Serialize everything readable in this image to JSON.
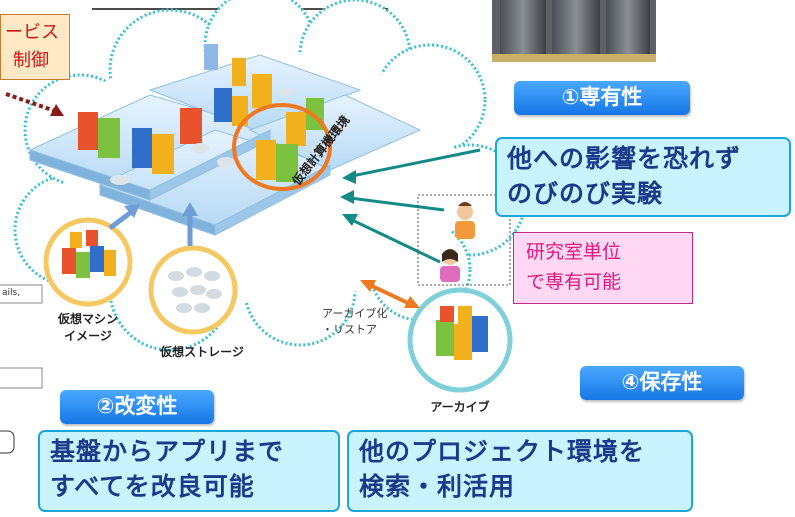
{
  "top_left_box": {
    "line1": "ービス",
    "line2": "制御"
  },
  "cloud": {
    "name": "仮想計算機環境"
  },
  "vm_label": {
    "line1": "仮想マシン",
    "line2": "イメージ"
  },
  "storage_label": "仮想ストレージ",
  "archive_arrow_label": {
    "line1": "アーカイブ化",
    "line2": "・リストア"
  },
  "archive_label": "アーカイブ",
  "partial_text": "ails,",
  "tag1": "①専有性",
  "tag2": "②改変性",
  "tag4": "④保存性",
  "box1": {
    "line1": "他への影響を恐れず",
    "line2": "のびのび実験"
  },
  "box2": {
    "line1": "基盤からアプリまで",
    "line2": "すべてを改良可能"
  },
  "box4": {
    "line1": "他のプロジェクト環境を",
    "line2": "検索・利活用"
  },
  "pink_note": {
    "line1": "研究室単位",
    "line2": "で専有可能"
  },
  "colors": {
    "tag_blue": "#1f86f0",
    "box_cyan": "#c9f3ff",
    "box_border": "#1aa6d8",
    "note_pink": "#ffd9f4",
    "note_text": "#e0197d",
    "accent_orange": "#f07820",
    "arrow_teal": "#138a86"
  }
}
